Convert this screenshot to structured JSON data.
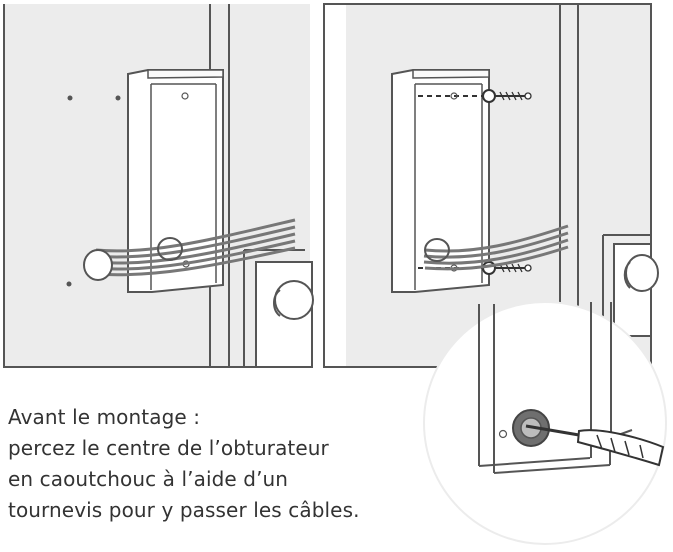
{
  "caption": {
    "lines": [
      "Avant le montage :",
      "percez le centre de l’obturateur",
      "en caoutchouc à l’aide d’un",
      "tournevis pour y passer les câbles."
    ]
  },
  "colors": {
    "panel_background": "#ededed",
    "line_color": "#555555",
    "text_color": "#333333",
    "highlight": "#ffffff"
  },
  "icons": {
    "screw": "screw-icon",
    "cable": "cable-bundle-icon",
    "screwdriver": "screwdriver-icon",
    "rubber_grommet": "rubber-grommet-icon"
  }
}
